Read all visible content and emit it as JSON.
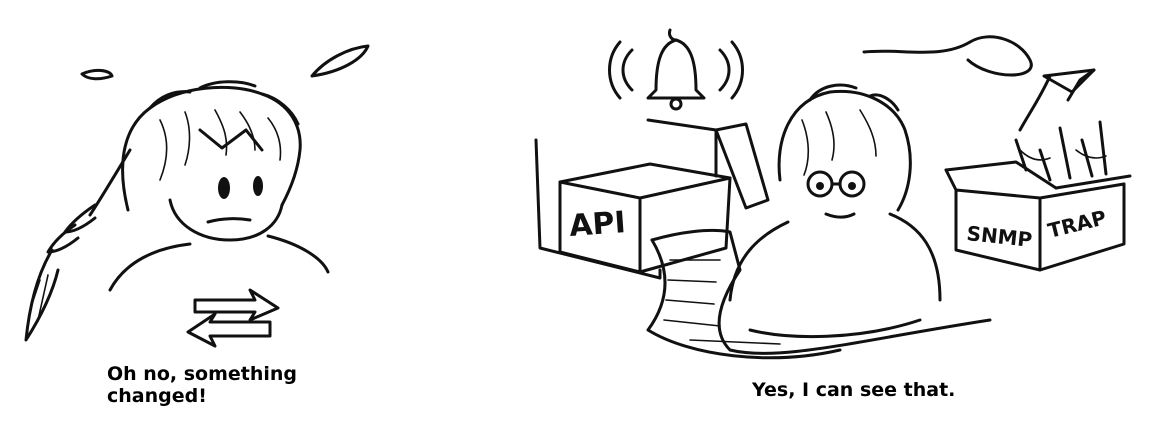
{
  "panels": {
    "left": {
      "caption": "Oh no, something\nchanged!"
    },
    "right": {
      "caption": "Yes, I can see that.",
      "box_api_label": "API",
      "box_snmp_label": "SNMP",
      "box_trap_label": "TRAP"
    }
  },
  "icons": [
    "sweat-drop-icon",
    "swap-arrows-icon",
    "ringing-bell-icon",
    "paper-plane-icon"
  ]
}
